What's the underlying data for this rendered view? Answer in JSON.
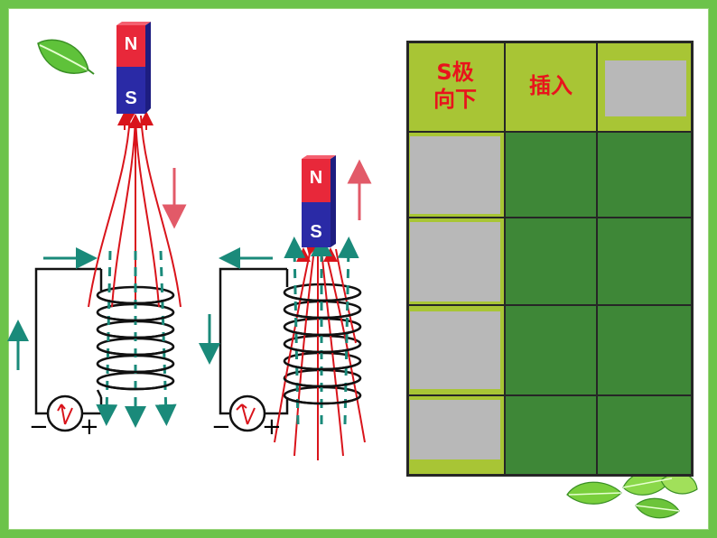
{
  "table": {
    "header_col1": "S极向下",
    "header_col2": "插入"
  },
  "magnet_left": {
    "north": "N",
    "south": "S"
  },
  "magnet_right": {
    "north": "N",
    "south": "S"
  },
  "galvanometer_left": {
    "minus": "−",
    "plus": "+"
  },
  "galvanometer_right": {
    "minus": "−",
    "plus": "+"
  },
  "colors": {
    "frame": "#6cc34a",
    "field_lines": "#d9141b",
    "induced_field": "#1a8a7a",
    "current_arrows": "#1a8a7a",
    "magnet_north": "#e8283a",
    "magnet_south": "#2a2aa6",
    "table_header": "#a8c535",
    "table_body": "#3e8737",
    "placeholder": "#b8b8b8"
  },
  "icons": [
    "leaf-icon",
    "leaf-cluster-icon"
  ]
}
